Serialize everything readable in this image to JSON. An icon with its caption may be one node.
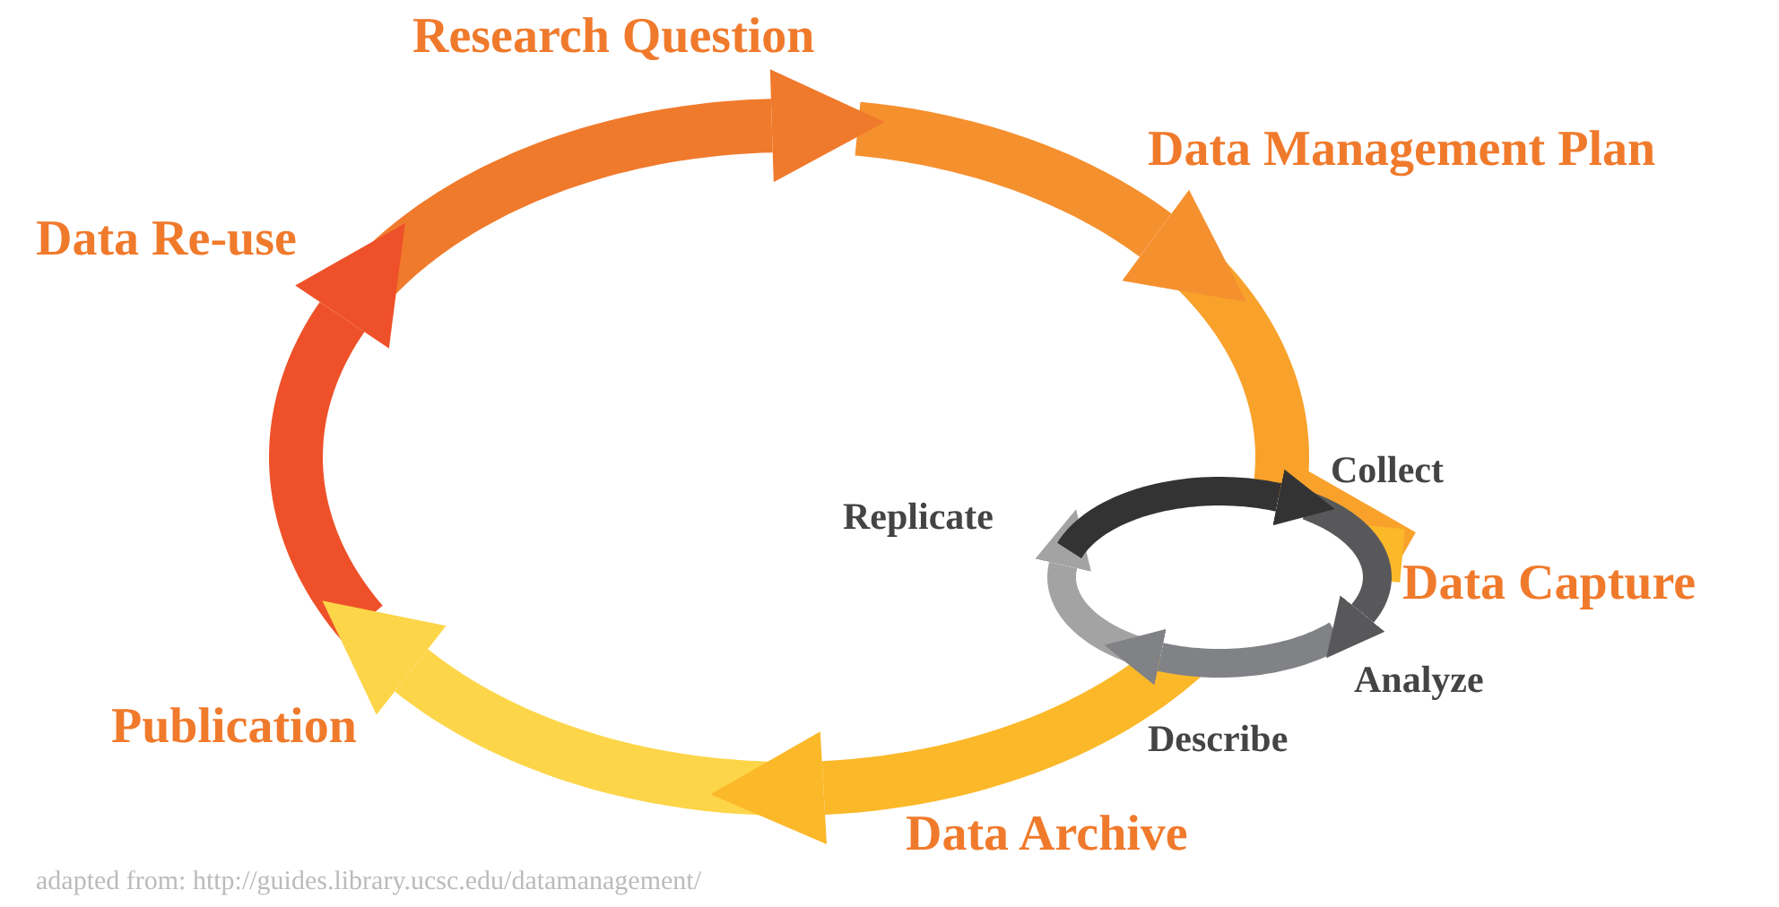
{
  "diagram": {
    "caption": "adapted from: http://guides.library.ucsc.edu/datamanagement/",
    "nodes": [
      {
        "text": [
          "Research Question"
        ]
      },
      {
        "text": [
          "Data Management Plan"
        ]
      },
      {
        "text": [
          "Data Re-use"
        ]
      },
      {
        "text": [
          "Collect"
        ]
      },
      {
        "text": [
          "Replicate"
        ]
      },
      {
        "text": [
          "Data Capture"
        ]
      },
      {
        "text": [
          "Analyze"
        ]
      },
      {
        "text": [
          "Describe"
        ]
      },
      {
        "text": [
          "Publication"
        ]
      },
      {
        "text": [
          "Data Archive"
        ]
      }
    ],
    "edges": [
      {
        "from": 2,
        "to": 0,
        "arrow": "to",
        "color": "#f07a2c"
      },
      {
        "from": 0,
        "to": 1,
        "arrow": "to",
        "color": "#f5902f"
      },
      {
        "from": 1,
        "to": 5,
        "arrow": "none",
        "color": "#f8a22c"
      },
      {
        "from": 5,
        "to": 9,
        "arrow": "to",
        "color": "#fbb829"
      },
      {
        "from": 9,
        "to": 8,
        "arrow": "to",
        "color": "#fdd549"
      },
      {
        "from": 8,
        "to": 2,
        "arrow": "to",
        "color": "#ee5129"
      },
      {
        "from": 4,
        "to": 3,
        "arrow": "to",
        "color": "#333333"
      },
      {
        "from": 3,
        "to": 6,
        "arrow": "to",
        "color": "#58585a"
      },
      {
        "from": 6,
        "to": 7,
        "arrow": "to",
        "color": "#818286"
      },
      {
        "from": 7,
        "to": 4,
        "arrow": "to",
        "color": "#a3a3a3"
      }
    ]
  }
}
